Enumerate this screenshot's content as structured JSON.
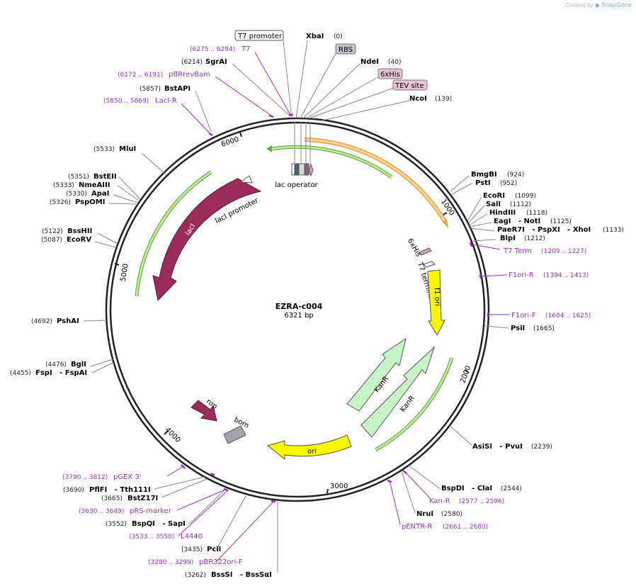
{
  "watermark": {
    "prefix": "Created by",
    "brand": "SnapGene"
  },
  "plasmid": {
    "name": "EZRA-c004",
    "size": "6321 bp"
  },
  "ticks": [
    "1000",
    "2000",
    "3000",
    "4000",
    "5000",
    "6000"
  ],
  "features": {
    "lac_operator": "lac operator",
    "laci": "lacI",
    "laci_promoter": "lacI promoter",
    "sixxhis": "6xHis",
    "t7_terminator": "T7 terminator",
    "f1_ori": "f1 ori",
    "kanr_a": "KanR",
    "kanr_b": "KanR",
    "ori": "ori",
    "rop": "rop",
    "bom": "bom"
  },
  "boxed_labels": {
    "t7_promoter": "T7 promoter",
    "rbs": "RBS",
    "sixxhis": "6xHis",
    "tev_site": "TEV site"
  },
  "enzymes": [
    {
      "name": "XbaI",
      "pos": "(0)"
    },
    {
      "name": "NdeI",
      "pos": "(40)"
    },
    {
      "name": "NcoI",
      "pos": "(139)"
    },
    {
      "name": "BmgBI",
      "pos": "(924)"
    },
    {
      "name": "PstI",
      "pos": "(952)"
    },
    {
      "name": "EcoRI",
      "pos": "(1099)"
    },
    {
      "name": "SalI",
      "pos": "(1112)"
    },
    {
      "name": "HindIII",
      "pos": "(1118)"
    },
    {
      "name": "EagI   - NotI",
      "pos": "(1125)"
    },
    {
      "name": "PaeR7I   - PspXI   - XhoI",
      "pos": "(1133)"
    },
    {
      "name": "BlpI",
      "pos": "(1212)"
    },
    {
      "name": "PsiI",
      "pos": "(1665)"
    },
    {
      "name": "AsiSI   - PvuI",
      "pos": "(2239)"
    },
    {
      "name": "BspDI   - ClaI",
      "pos": "(2544)"
    },
    {
      "name": "NruI",
      "pos": "(2580)"
    },
    {
      "name": "SgrAI",
      "pos": "(6214)"
    },
    {
      "name": "BstAPI",
      "pos": "(5857)"
    },
    {
      "name": "MluI",
      "pos": "(5533)"
    },
    {
      "name": "BstEII",
      "pos": "(5351)"
    },
    {
      "name": "NmeAIII",
      "pos": "(5333)"
    },
    {
      "name": "ApaI",
      "pos": "(5330)"
    },
    {
      "name": "PspOMI",
      "pos": "(5326)"
    },
    {
      "name": "BssHII",
      "pos": "(5122)"
    },
    {
      "name": "EcoRV",
      "pos": "(5087)"
    },
    {
      "name": "PshAI",
      "pos": "(4692)"
    },
    {
      "name": "BglI",
      "pos": "(4476)"
    },
    {
      "name": "FspI   - FspAI",
      "pos": "(4455)"
    },
    {
      "name": "PflFI   - Tth111I",
      "pos": "(3690)"
    },
    {
      "name": "BstZ17I",
      "pos": "(3665)"
    },
    {
      "name": "BspQI   - SapI",
      "pos": "(3552)"
    },
    {
      "name": "PciI",
      "pos": "(3435)"
    },
    {
      "name": "BssSI   - BssSαI",
      "pos": "(3262)"
    }
  ],
  "primers": [
    {
      "name": "T7",
      "pos": "(6275 .. 6294)"
    },
    {
      "name": "pBRrevBam",
      "pos": "(6172 .. 6191)"
    },
    {
      "name": "LacI-R",
      "pos": "(5850 .. 5869)"
    },
    {
      "name": "T7 Term",
      "pos": "(1209 .. 1227)"
    },
    {
      "name": "F1ori-R",
      "pos": "(1394 .. 1413)"
    },
    {
      "name": "F1ori-F",
      "pos": "(1604 .. 1625)"
    },
    {
      "name": "Kan-R",
      "pos": "(2577 .. 2596)"
    },
    {
      "name": "pENTR-R",
      "pos": "(2661 .. 2680)"
    },
    {
      "name": "pGEX 3'",
      "pos": "(3790 .. 3812)"
    },
    {
      "name": "pRS-marker",
      "pos": "(3630 .. 3649)"
    },
    {
      "name": "L4440",
      "pos": "(3533 .. 3550)"
    },
    {
      "name": "pBR322ori-F",
      "pos": "(3280 .. 3299)"
    }
  ],
  "colors": {
    "backbone": "#222222",
    "primer": "#9b30c6",
    "laci": "#9b2b5a",
    "promoter_outline": "#6aa84f",
    "promoter_fill": "#c8f09a",
    "kanr_fill": "#c8f5c8",
    "kanr_stroke": "#6cbf6c",
    "ori_fill": "#f7f700",
    "orange": "#f0a030",
    "bom_fill": "#a0a4aa"
  }
}
